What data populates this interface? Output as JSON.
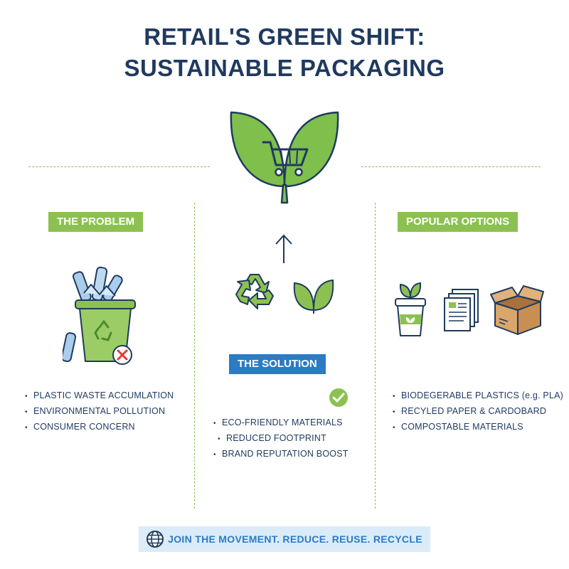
{
  "title": {
    "line1": "RETAIL'S GREEN SHIFT:",
    "line2": "SUSTAINABLE PACKAGING"
  },
  "colors": {
    "green": "#8cc152",
    "blue": "#2b7bc5",
    "navy": "#1f3a5f",
    "light_blue": "#dcebf8"
  },
  "problem": {
    "heading": "THE PROBLEM",
    "items": [
      "PLASTIC WASTE ACCUMLATION",
      "ENVIRONMENTAL POLLUTION",
      "CONSUMER CONCERN"
    ]
  },
  "solution": {
    "heading": "THE SOLUTION",
    "items": [
      "ECO-FRIENDLY MATERIALS",
      "REDUCED FOOTPRINT",
      "BRAND REPUTATION BOOST"
    ]
  },
  "options": {
    "heading": "POPULAR OPTIONS",
    "items": [
      "BIODEGERABLE PLASTICS (e.g. PLA)",
      "RECYLED PAPER & CARDOBARD",
      "COMPOSTABLE MATERIALS"
    ]
  },
  "footer": {
    "text": "JOIN THE MOVEMENT. REDUCE. REUSE. RECYCLE"
  },
  "icons": [
    "leaf-cart-icon",
    "arrow-up-icon",
    "recycle-icon",
    "leaf-icon",
    "trash-bin-icon",
    "x-circle-icon",
    "check-circle-icon",
    "plant-cup-icon",
    "paper-documents-icon",
    "cardboard-box-icon",
    "globe-icon"
  ]
}
